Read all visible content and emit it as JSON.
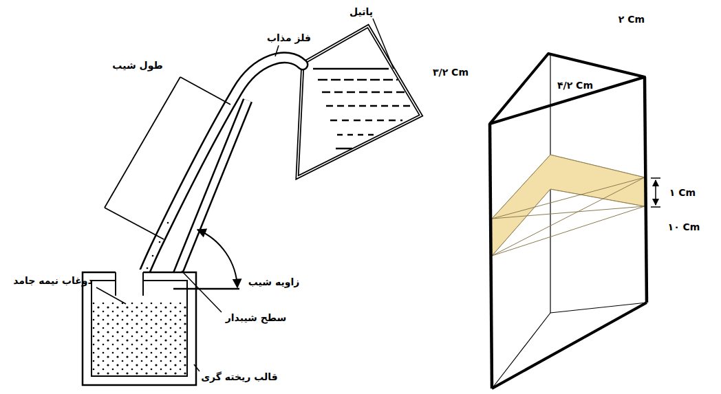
{
  "diagram": {
    "labels": [
      "پاتیل",
      "فلز مذاب",
      "طول شیب",
      "دوغاب نیمه جامد",
      "زاویه شیب",
      "سطح شیبدار",
      "قالب ریخته گری",
      "۳/۲ Cm",
      "۲ Cm",
      "۴/۲ Cm",
      "۱ Cm",
      "۱۰ Cm"
    ]
  }
}
